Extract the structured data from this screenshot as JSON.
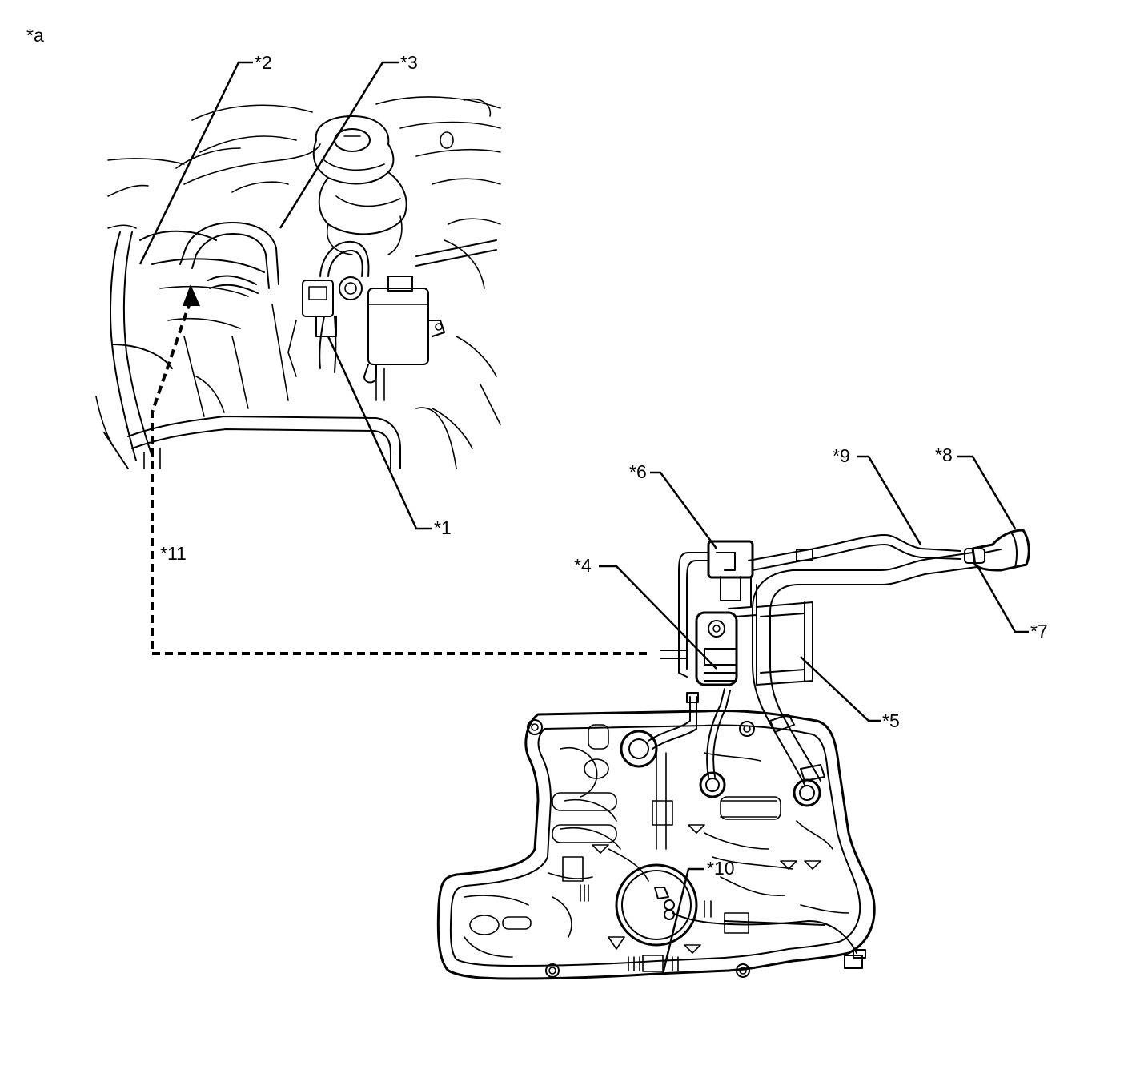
{
  "view_label": "*a",
  "callouts": {
    "c1": "*1",
    "c2": "*2",
    "c3": "*3",
    "c4": "*4",
    "c5": "*5",
    "c6": "*6",
    "c7": "*7",
    "c8": "*8",
    "c9": "*9",
    "c10": "*10",
    "c11": "*11"
  }
}
